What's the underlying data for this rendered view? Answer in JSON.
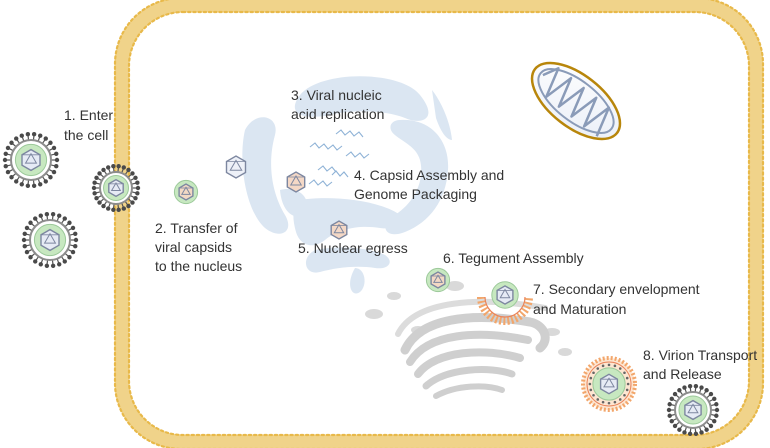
{
  "steps": [
    {
      "id": 1,
      "lines": [
        "1. Enter",
        "the cell"
      ]
    },
    {
      "id": 2,
      "lines": [
        "2. Transfer of",
        "viral capsids",
        "to the nucleus"
      ]
    },
    {
      "id": 3,
      "lines": [
        "3. Viral nucleic",
        "acid replication"
      ]
    },
    {
      "id": 4,
      "lines": [
        "4. Capsid Assembly and",
        "Genome Packaging"
      ]
    },
    {
      "id": 5,
      "lines": [
        "5. Nuclear egress"
      ]
    },
    {
      "id": 6,
      "lines": [
        "6. Tegument Assembly"
      ]
    },
    {
      "id": 7,
      "lines": [
        "7. Secondary envelopment",
        "and Maturation"
      ]
    },
    {
      "id": 8,
      "lines": [
        "8. Virion Transport",
        "and Release"
      ]
    }
  ],
  "colors": {
    "membrane": "#e8b94a",
    "membrane_dot": "#f3c85b",
    "nucleus": "#dbe6f2",
    "golgi": "#d4d4d4",
    "mito_outline": "#b8860b",
    "mito_inner": "#8a9bb8",
    "capsid": "#7d87a0",
    "tegument": "#c7e8c0",
    "envelope_spike": "#555555",
    "vesicle": "#f2a66b"
  }
}
